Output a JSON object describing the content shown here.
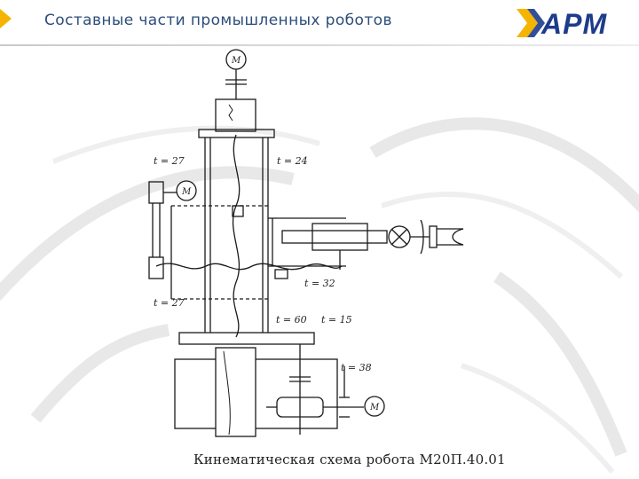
{
  "header": {
    "title": "Составные части промышленных роботов",
    "accent_color": "#f5b400",
    "title_color": "#2c4d7a"
  },
  "logo": {
    "text": "АРМ",
    "mark_color": "#f5b400",
    "text_color": "#1e3c8c"
  },
  "diagram": {
    "caption": "Кинематическая схема робота М20П.40.01",
    "motor_symbol": "M",
    "labels": {
      "t27_top": "t = 27",
      "t24": "t = 24",
      "t32": "t = 32",
      "t27_bottom": "t = 27",
      "t60": "t = 60",
      "t15": "t = 15",
      "t38": "t = 38"
    }
  }
}
